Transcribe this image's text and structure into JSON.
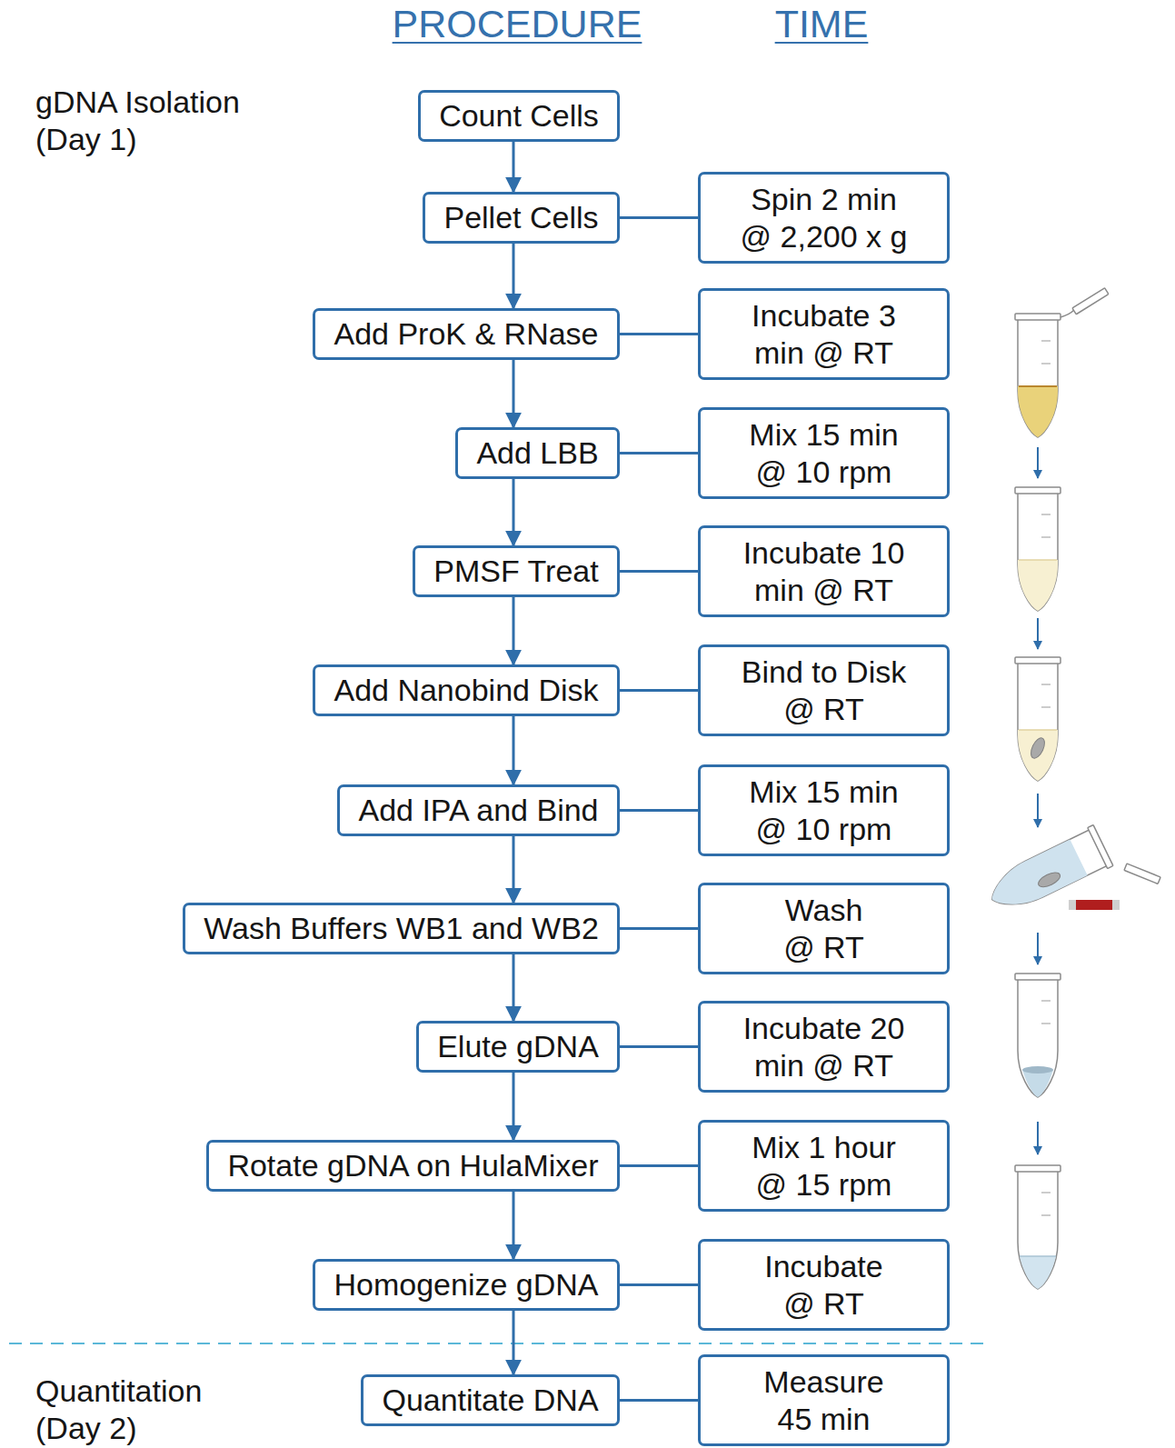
{
  "diagram": {
    "nodes": [
      {
        "text": [
          "Count Cells"
        ]
      },
      {
        "text": [
          "Pellet Cells"
        ]
      },
      {
        "text": [
          "Spin 2 min @ 2,200 x g"
        ]
      },
      {
        "text": [
          "Add ProK & RNase"
        ]
      },
      {
        "text": [
          "Incubate 3 min @ RT"
        ]
      },
      {
        "text": [
          "Add LBB"
        ]
      },
      {
        "text": [
          "Mix 15 min @ 10 rpm"
        ]
      },
      {
        "text": [
          "PMSF Treat"
        ]
      },
      {
        "text": [
          "Incubate 10 min @ RT"
        ]
      },
      {
        "text": [
          "Add Nanobind Disk"
        ]
      },
      {
        "text": [
          "Bind to Disk @ RT"
        ]
      },
      {
        "text": [
          "Add IPA and Bind"
        ]
      },
      {
        "text": [
          "Mix 15 min @ 10 rpm"
        ]
      },
      {
        "text": [
          "Wash Buffers WB1 and WB2"
        ]
      },
      {
        "text": [
          "Wash @ RT"
        ]
      },
      {
        "text": [
          "Elute gDNA"
        ]
      },
      {
        "text": [
          "Incubate 20 min @ RT"
        ]
      },
      {
        "text": [
          "Rotate gDNA on HulaMixer"
        ]
      },
      {
        "text": [
          "Mix 1 hour @ 15 rpm"
        ]
      },
      {
        "text": [
          "Homogenize gDNA"
        ]
      },
      {
        "text": [
          "Incubate @ RT"
        ]
      },
      {
        "text": [
          "Quantitate DNA"
        ]
      },
      {
        "text": [
          "Measure 45 min"
        ]
      }
    ],
    "edges": [
      {
        "from": 0,
        "to": 1,
        "arrow": "to"
      },
      {
        "from": 1,
        "to": 3,
        "arrow": "to"
      },
      {
        "from": 3,
        "to": 5,
        "arrow": "to"
      },
      {
        "from": 5,
        "to": 7,
        "arrow": "to"
      },
      {
        "from": 7,
        "to": 9,
        "arrow": "to"
      },
      {
        "from": 9,
        "to": 11,
        "arrow": "to"
      },
      {
        "from": 11,
        "to": 13,
        "arrow": "to"
      },
      {
        "from": 13,
        "to": 15,
        "arrow": "to"
      },
      {
        "from": 15,
        "to": 17,
        "arrow": "to"
      },
      {
        "from": 17,
        "to": 19,
        "arrow": "to"
      },
      {
        "from": 19,
        "to": 21,
        "arrow": "to"
      },
      {
        "from": 1,
        "to": 2,
        "arrow": "none"
      },
      {
        "from": 3,
        "to": 4,
        "arrow": "none"
      },
      {
        "from": 5,
        "to": 6,
        "arrow": "none"
      },
      {
        "from": 7,
        "to": 8,
        "arrow": "none"
      },
      {
        "from": 9,
        "to": 10,
        "arrow": "none"
      },
      {
        "from": 11,
        "to": 12,
        "arrow": "none"
      },
      {
        "from": 13,
        "to": 14,
        "arrow": "none"
      },
      {
        "from": 15,
        "to": 16,
        "arrow": "none"
      },
      {
        "from": 17,
        "to": 18,
        "arrow": "none"
      },
      {
        "from": 19,
        "to": 20,
        "arrow": "none"
      },
      {
        "from": 21,
        "to": 22,
        "arrow": "none"
      }
    ],
    "labels": [
      "PROCEDURE",
      "TIME",
      "gDNA Isolation (Day 1)",
      "Quantitation (Day 2)"
    ]
  }
}
